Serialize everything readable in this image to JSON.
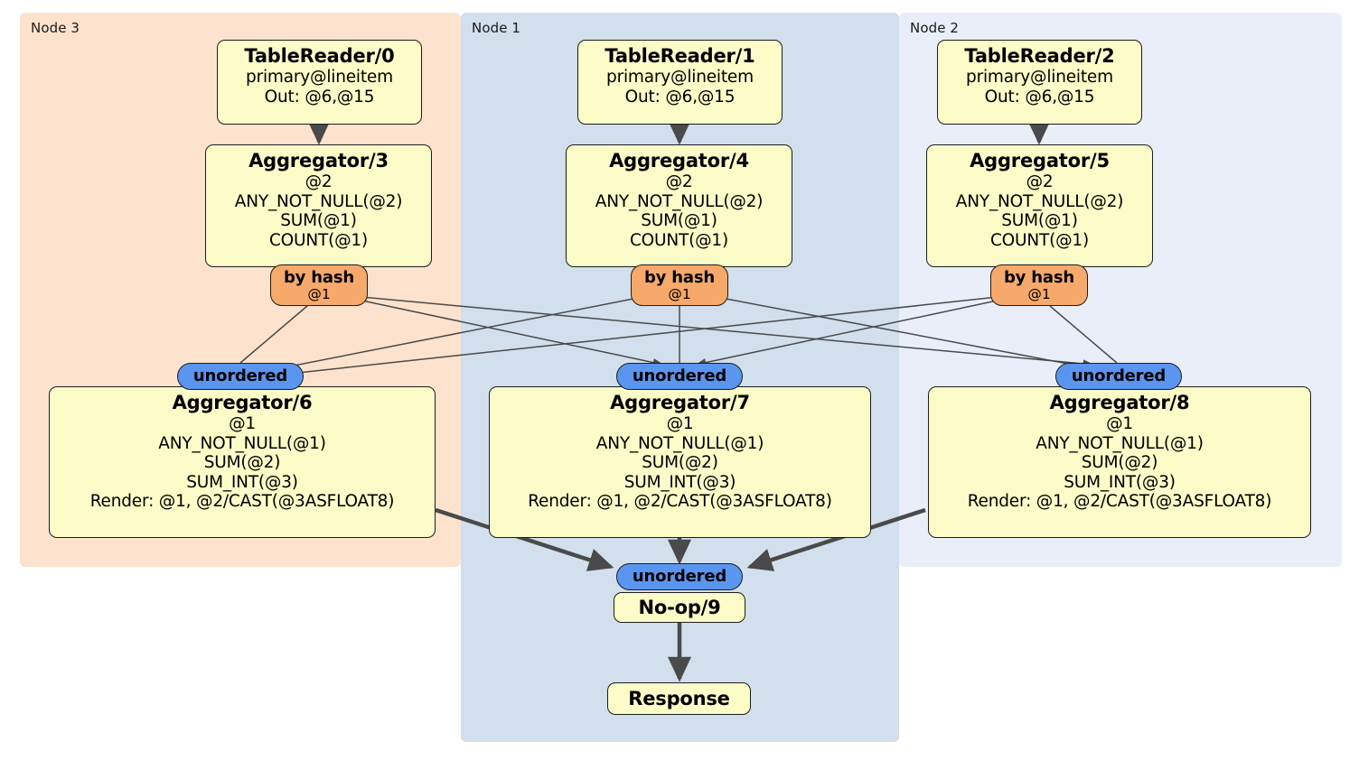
{
  "diagram": {
    "type": "distributed-query-plan",
    "nodes_panels": [
      {
        "id": "node3",
        "label": "Node 3",
        "bg": "#FDE3CE"
      },
      {
        "id": "node1",
        "label": "Node 1",
        "bg": "#D2DFEC"
      },
      {
        "id": "node2",
        "label": "Node 2",
        "bg": "#E9EEF8"
      }
    ],
    "colors": {
      "processor_box": "#FCFCC8",
      "hash_router": "#F6A96A",
      "unordered_synchronizer": "#5A96F0",
      "edge": "#4a4a4a",
      "border": "#1d1d1d"
    }
  },
  "table_readers": [
    {
      "title": "TableReader/0",
      "lines": [
        "primary@lineitem",
        "Out: @6,@15"
      ]
    },
    {
      "title": "TableReader/1",
      "lines": [
        "primary@lineitem",
        "Out: @6,@15"
      ]
    },
    {
      "title": "TableReader/2",
      "lines": [
        "primary@lineitem",
        "Out: @6,@15"
      ]
    }
  ],
  "aggregators_stage1": [
    {
      "title": "Aggregator/3",
      "lines": [
        "@2",
        "ANY_NOT_NULL(@2)",
        "SUM(@1)",
        "COUNT(@1)"
      ]
    },
    {
      "title": "Aggregator/4",
      "lines": [
        "@2",
        "ANY_NOT_NULL(@2)",
        "SUM(@1)",
        "COUNT(@1)"
      ]
    },
    {
      "title": "Aggregator/5",
      "lines": [
        "@2",
        "ANY_NOT_NULL(@2)",
        "SUM(@1)",
        "COUNT(@1)"
      ]
    }
  ],
  "hash_routers": [
    {
      "label": "by hash",
      "sub": "@1"
    },
    {
      "label": "by hash",
      "sub": "@1"
    },
    {
      "label": "by hash",
      "sub": "@1"
    }
  ],
  "synchronizers_stage1": [
    {
      "label": "unordered"
    },
    {
      "label": "unordered"
    },
    {
      "label": "unordered"
    }
  ],
  "aggregators_stage2": [
    {
      "title": "Aggregator/6",
      "lines": [
        "@1",
        "ANY_NOT_NULL(@1)",
        "SUM(@2)",
        "SUM_INT(@3)",
        "Render: @1, @2/CAST(@3ASFLOAT8)"
      ]
    },
    {
      "title": "Aggregator/7",
      "lines": [
        "@1",
        "ANY_NOT_NULL(@1)",
        "SUM(@2)",
        "SUM_INT(@3)",
        "Render: @1, @2/CAST(@3ASFLOAT8)"
      ]
    },
    {
      "title": "Aggregator/8",
      "lines": [
        "@1",
        "ANY_NOT_NULL(@1)",
        "SUM(@2)",
        "SUM_INT(@3)",
        "Render: @1, @2/CAST(@3ASFLOAT8)"
      ]
    }
  ],
  "final_synchronizer": {
    "label": "unordered"
  },
  "noop": {
    "title": "No-op/9"
  },
  "response": {
    "title": "Response"
  }
}
